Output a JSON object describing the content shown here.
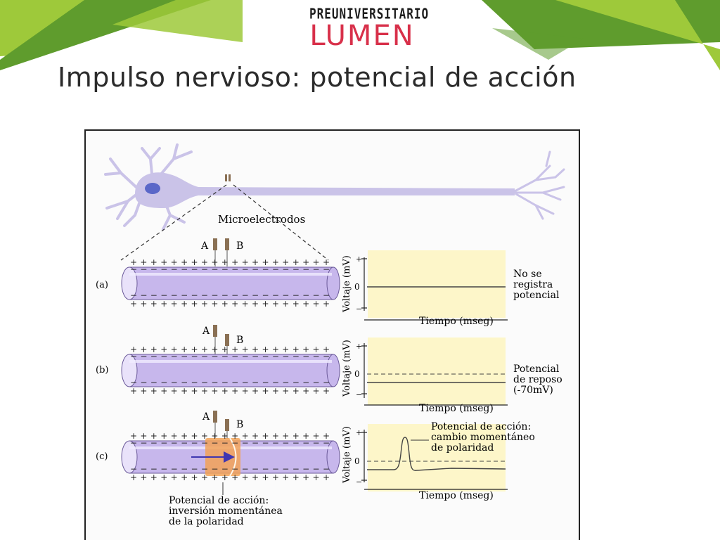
{
  "colors": {
    "green_light": "#9ec93a",
    "green_dark": "#5f9c2d",
    "logo_red": "#d8304a",
    "neuron_fill": "#cac3e8",
    "neuron_nucleus": "#5a67c8",
    "axon_fill": "#c7b7ec",
    "graph_bg": "#fdf6c9",
    "action_potential_zone": "#f2a257",
    "electrode": "#8a7054"
  },
  "logo": {
    "top": "PREUNIVERSITARIO",
    "main": "LUMEN"
  },
  "title": "Impulso nervioso: potencial de acción",
  "figure": {
    "electrodes_label": "Microelectrodos",
    "electrode_a": "A",
    "electrode_b": "B",
    "plus_sign": "+",
    "minus_sign": "−",
    "y_label": "Voltaje (mV)",
    "x_label": "Tiempo (mseg)",
    "zero_tick": "0",
    "panels": [
      {
        "tag": "(a)",
        "caption": [
          "No se",
          "registra",
          "potencial"
        ]
      },
      {
        "tag": "(b)",
        "caption": [
          "Potencial",
          "de reposo",
          "(-70mV)"
        ]
      },
      {
        "tag": "(c)",
        "caption": [
          "Potencial de acción:",
          "cambio momentáneo",
          "de polaridad"
        ]
      }
    ],
    "bottom_note": [
      "Potencial de acción:",
      "inversión momentánea",
      "de la polaridad"
    ]
  }
}
